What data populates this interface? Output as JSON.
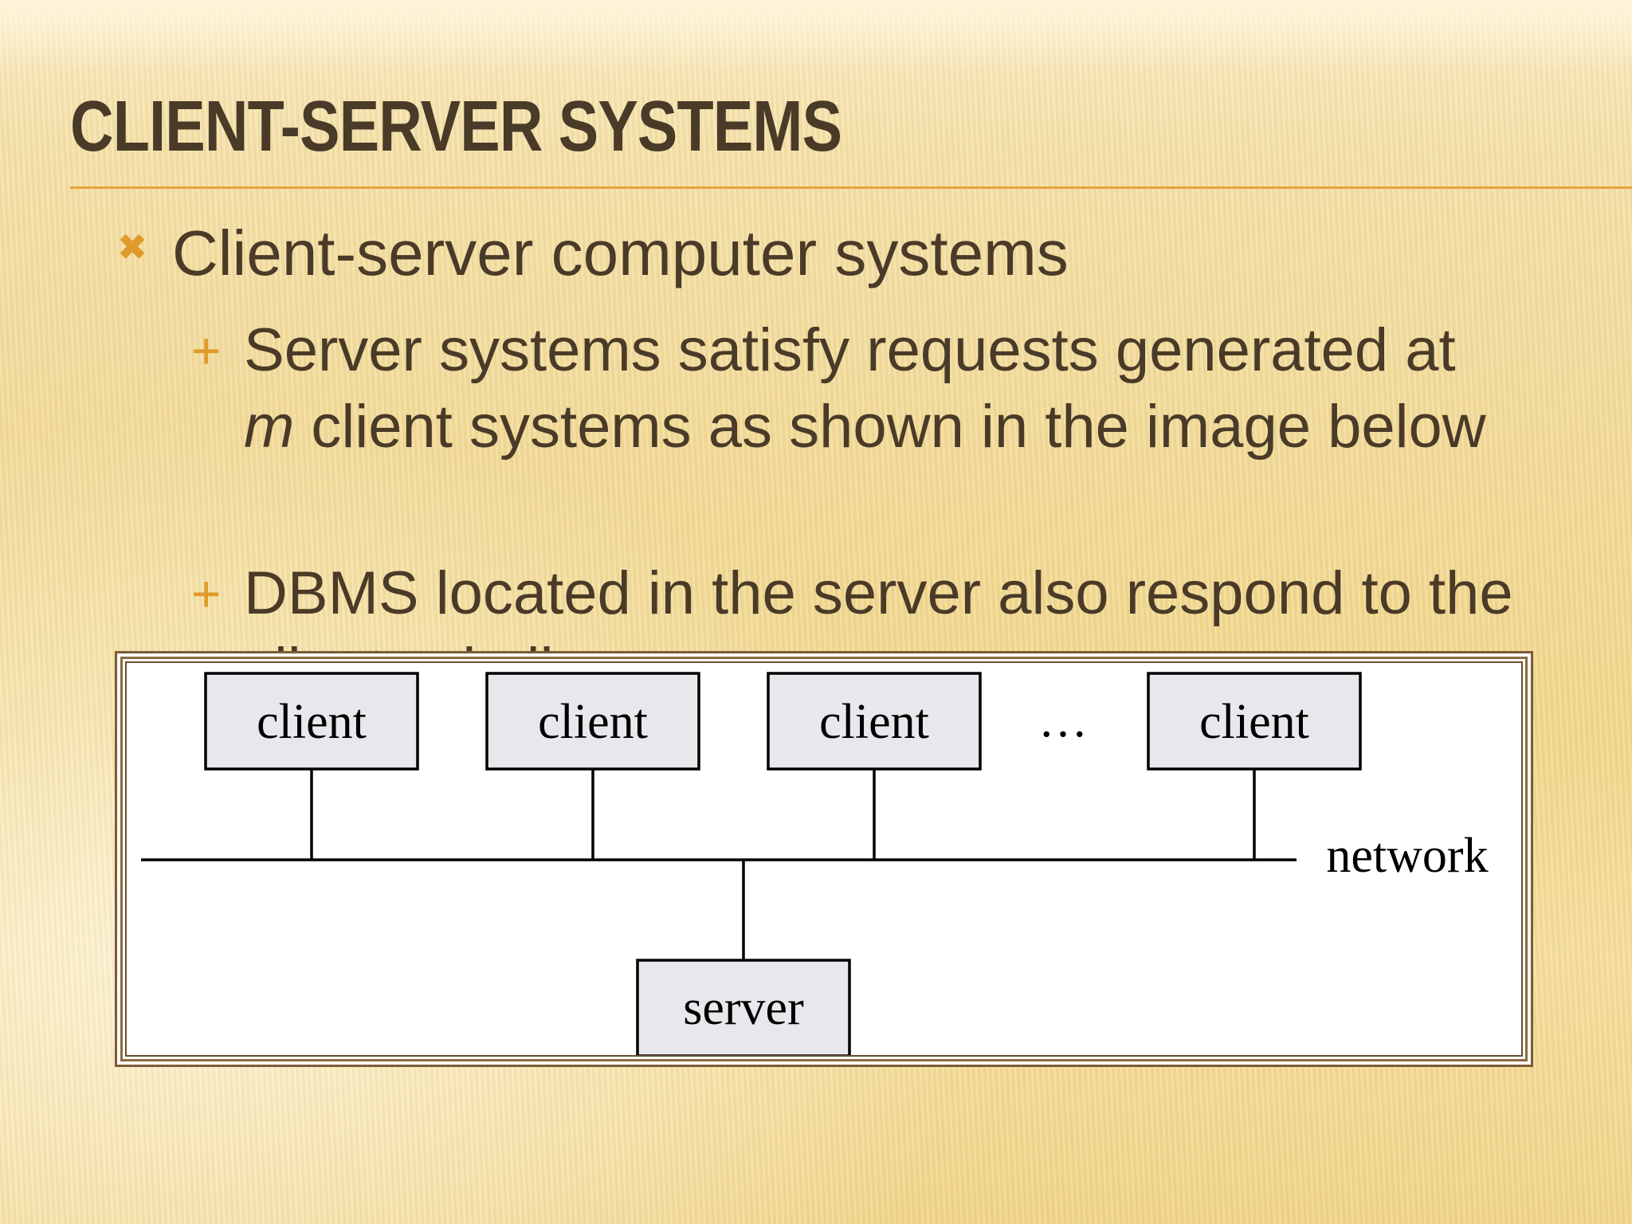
{
  "slide": {
    "title": "CLIENT-SERVER SYSTEMS",
    "bullets": [
      {
        "marker_icon": "x-mark-icon",
        "text": "Client-server computer systems",
        "sub": [
          {
            "marker_icon": "plus-icon",
            "text_before": "Server systems satisfy requests generated at ",
            "text_italic": "m",
            "text_after": " client systems as shown in the image below"
          },
          {
            "marker_icon": "plus-icon",
            "text": "DBMS located in the server also respond to the clients similar way"
          }
        ]
      }
    ]
  },
  "diagram": {
    "clients": [
      "client",
      "client",
      "client",
      "client"
    ],
    "ellipsis": "…",
    "network_label": "network",
    "server_label": "server"
  },
  "colors": {
    "title": "#4a3a28",
    "body_text": "#4a3a28",
    "accent": "#e09a2a",
    "rule": "#e6a53a",
    "frame": "#7a5c37",
    "node_fill": "#e8e8ec"
  }
}
